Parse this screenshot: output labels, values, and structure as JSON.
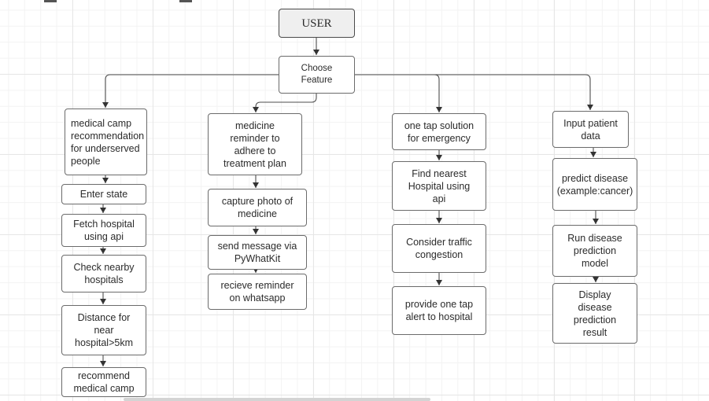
{
  "diagram": {
    "user": "USER",
    "choose": "Choose\nFeature",
    "medical_camp": {
      "header": "medical camp\nrecommendation\nfor underserved\npeople",
      "steps": [
        "Enter state",
        "Fetch hospital\nusing api",
        "Check nearby\nhospitals",
        "Distance for\nnear\nhospital>5km",
        "recommend\nmedical camp"
      ]
    },
    "medicine": {
      "header": "medicine\nreminder to\nadhere to\ntreatment plan",
      "steps": [
        "capture photo of\nmedicine",
        "send message via\nPyWhatKit",
        "recieve reminder\non whatsapp"
      ]
    },
    "emergency": {
      "header": "one tap solution\nfor emergency",
      "steps": [
        "Find nearest\nHospital using\napi",
        "Consider traffic\ncongestion",
        "provide one tap\nalert to hospital"
      ]
    },
    "disease": {
      "header": "Input patient\ndata",
      "steps": [
        "predict disease\n(example:cancer)",
        "Run disease\nprediction\nmodel",
        "Display\ndisease\nprediction\nresult"
      ]
    }
  }
}
